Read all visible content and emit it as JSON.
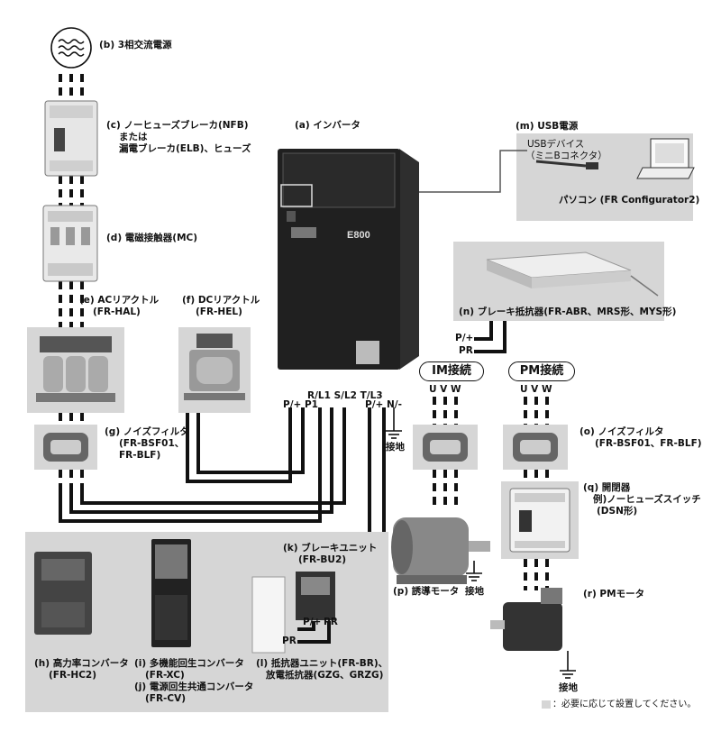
{
  "components": {
    "power_source": "(b) 3相交流電源",
    "nfb_line1": "(c) ノーヒューズブレーカ(NFB)",
    "nfb_line2": "または",
    "nfb_line3": "漏電ブレーカ(ELB)、ヒューズ",
    "mc": "(d) 電磁接触器(MC)",
    "inverter": "(a) インバータ",
    "inverter_brand": "E800",
    "usb_power": "(m) USB電源",
    "usb_device_line1": "USBデバイス",
    "usb_device_line2": "（ミニBコネクタ）",
    "pc": "パソコン (FR Configurator2)",
    "ac_reactor_line1": "(e)  ACリアクトル",
    "ac_reactor_line2": "(FR-HAL)",
    "dc_reactor_line1": "(f)  DCリアクトル",
    "dc_reactor_line2": "(FR-HEL)",
    "brake_resistor": "(n)  ブレーキ抵抗器(FR-ABR、MRS形、MYS形)",
    "noise_filter_left_line1": "(g)  ノイズフィルタ",
    "noise_filter_left_line2": "(FR-BSF01、",
    "noise_filter_left_line3": "FR-BLF)",
    "noise_filter_right_line1": "(o)  ノイズフィルタ",
    "noise_filter_right_line2": "(FR-BSF01、FR-BLF)",
    "switch_line1": "(q)  開閉器",
    "switch_line2": "例)ノーヒューズスイッチ",
    "switch_line3": "(DSN形)",
    "im_motor": "(p)  誘導モータ",
    "pm_motor": "(r)   PMモータ",
    "brake_unit_line1": "(k)  ブレーキユニット",
    "brake_unit_line2": "(FR-BU2)",
    "hc2_line1": "(h)  高力率コンバータ",
    "hc2_line2": "(FR-HC2)",
    "xc_line1": "(i)   多機能回生コンバータ",
    "xc_line2": "(FR-XC)",
    "cv_line1": "(j)  電源回生共通コンバータ",
    "cv_line2": "(FR-CV)",
    "resistor_unit_line1": "(l)   抵抗器ユニット(FR-BR)、",
    "resistor_unit_line2": "放電抵抗器(GZG、GRZG)"
  },
  "terminals": {
    "p_plus_p1": "P/+  P1",
    "rst": "R/L1 S/L2 T/L3",
    "pn": "P/+ N/-",
    "im_uvw": "U  V  W",
    "pm_uvw": "U  V  W",
    "n_p": "P/+",
    "n_pr": "PR",
    "k_p": "P/+",
    "k_pr": "PR",
    "l_pr": "PR"
  },
  "badges": {
    "im": "IM接続",
    "pm": "PM接続"
  },
  "ground": {
    "inverter": "接地",
    "im": "接地",
    "pm": "接地"
  },
  "legend": {
    "note": "：必要に応じて設置してください。",
    "swatch_color": "#d6d6d6"
  }
}
